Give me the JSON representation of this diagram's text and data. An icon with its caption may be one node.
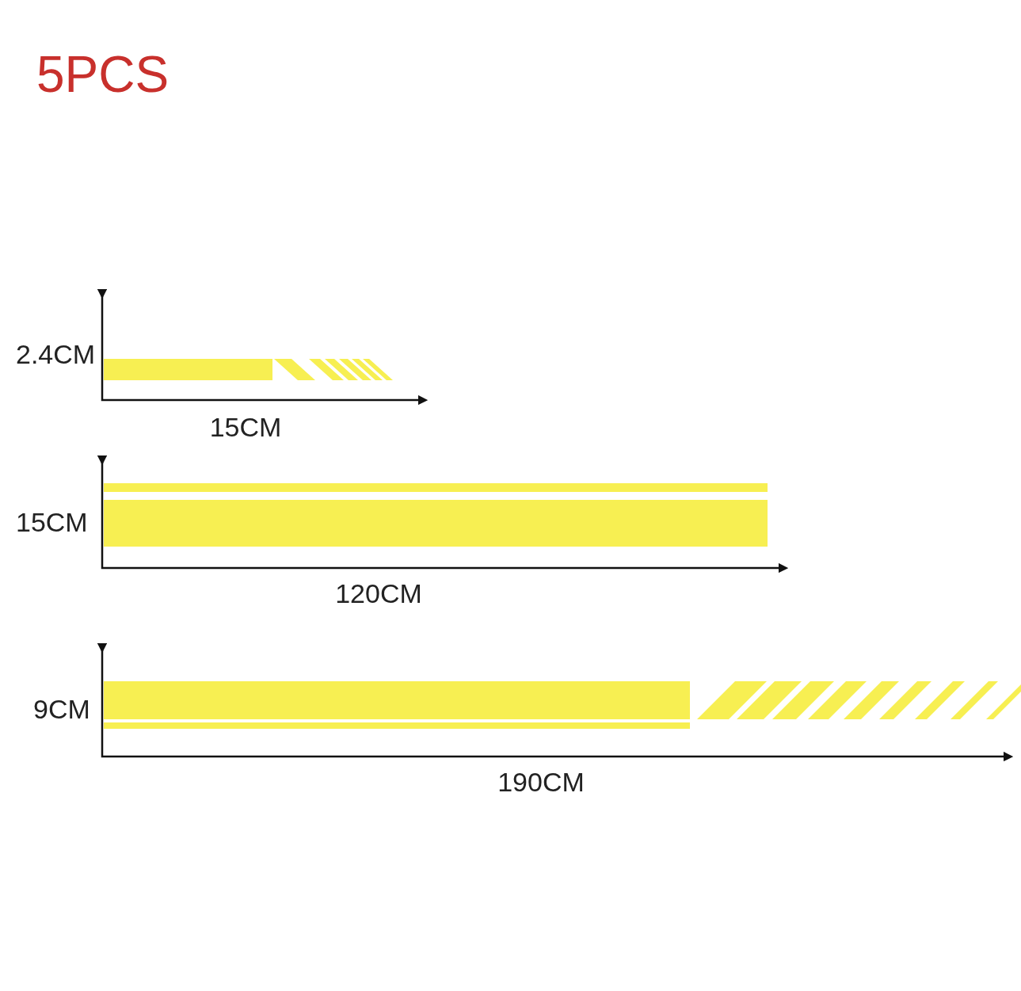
{
  "diagram": {
    "title": "5PCS",
    "labels": [
      "2.4CM",
      "15CM",
      "15CM",
      "120CM",
      "9CM",
      "190CM"
    ]
  }
}
